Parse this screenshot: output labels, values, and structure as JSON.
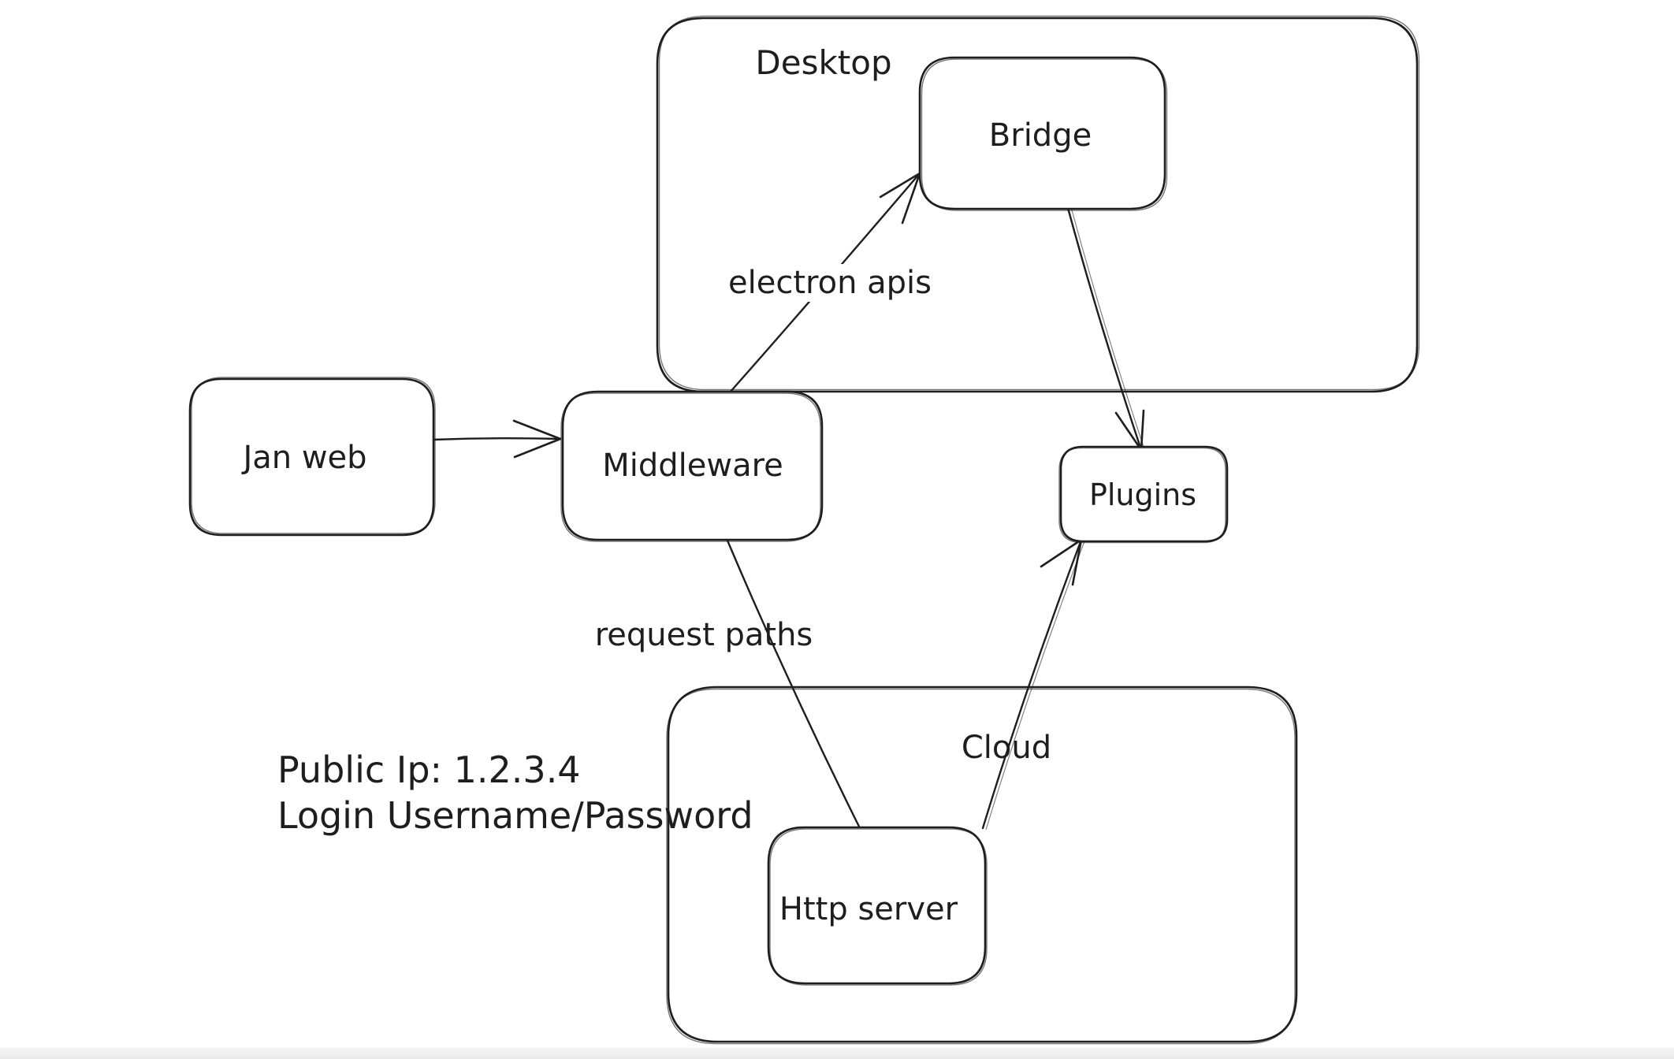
{
  "canvas": {
    "background": "#ffffff",
    "stroke_color": "#1e1e1e"
  },
  "containers": [
    {
      "label": "Desktop"
    },
    {
      "label": "Cloud"
    }
  ],
  "nodes": [
    {
      "label": "Jan web"
    },
    {
      "label": "Middleware"
    },
    {
      "label": "Bridge"
    },
    {
      "label": "Plugins"
    },
    {
      "label": "Http server"
    }
  ],
  "edges": [
    {
      "from": "Jan web",
      "to": "Middleware",
      "label": ""
    },
    {
      "from": "Middleware",
      "to": "Bridge",
      "label": "electron apis"
    },
    {
      "from": "Bridge",
      "to": "Plugins",
      "label": ""
    },
    {
      "from": "Middleware",
      "to": "Http server",
      "label": "request paths"
    },
    {
      "from": "Http server",
      "to": "Plugins",
      "label": ""
    }
  ],
  "annotation": {
    "line1": "Public Ip: 1.2.3.4",
    "line2": "Login Username/Password"
  }
}
